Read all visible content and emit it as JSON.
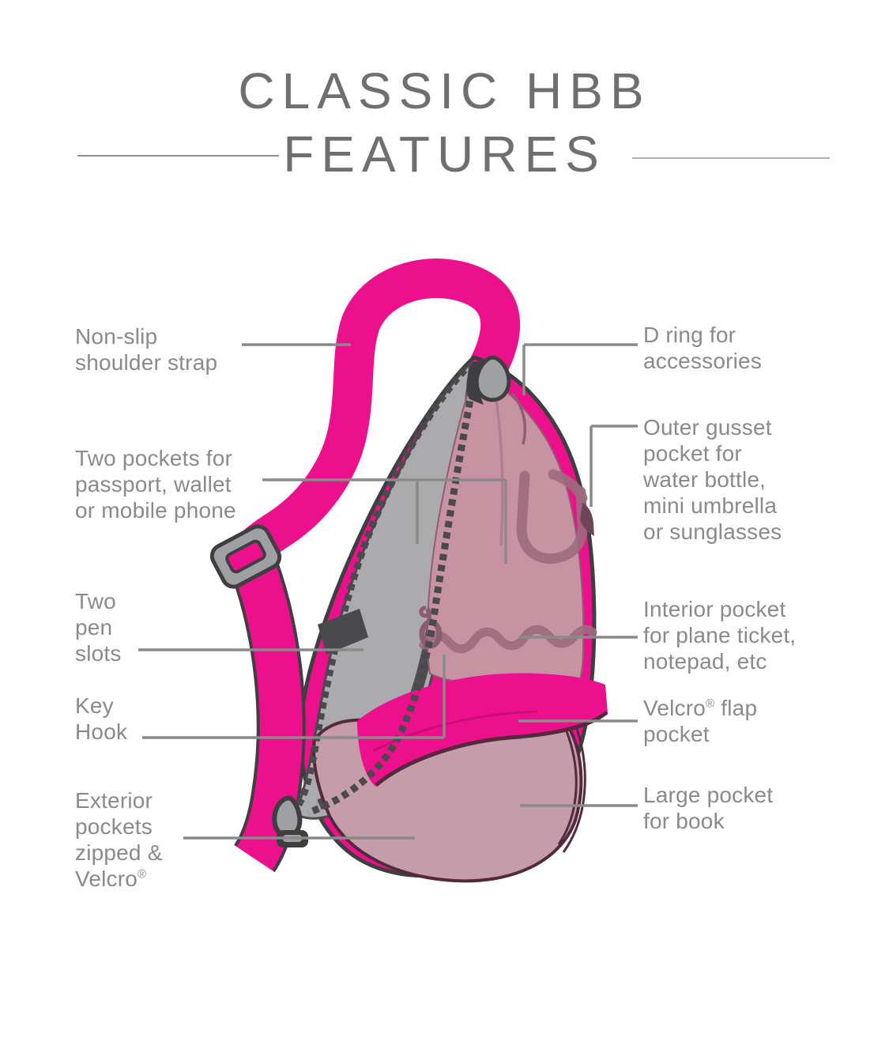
{
  "title": {
    "line1": "CLASSIC HBB",
    "line2": "FEATURES"
  },
  "callouts": {
    "left": [
      {
        "id": "non-slip-strap",
        "lines": [
          "Non-slip",
          "shoulder strap"
        ]
      },
      {
        "id": "two-pockets",
        "lines": [
          "Two pockets for",
          "passport, wallet",
          "or mobile phone"
        ]
      },
      {
        "id": "two-pen-slots",
        "lines": [
          "Two",
          "pen",
          "slots"
        ]
      },
      {
        "id": "key-hook",
        "lines": [
          "Key",
          "Hook"
        ]
      },
      {
        "id": "exterior-pockets",
        "lines": [
          "Exterior",
          "pockets",
          "zipped &"
        ],
        "brand": "Velcro",
        "reg": "®"
      }
    ],
    "right": [
      {
        "id": "d-ring",
        "lines": [
          "D ring for",
          "accessories"
        ]
      },
      {
        "id": "outer-gusset",
        "lines": [
          "Outer gusset",
          "pocket for",
          "water bottle,",
          "mini umbrella",
          "or sunglasses"
        ]
      },
      {
        "id": "interior-pocket",
        "lines": [
          "Interior pocket",
          "for plane ticket,",
          "notepad, etc"
        ]
      },
      {
        "id": "velcro-flap",
        "brand": "Velcro",
        "reg": "®",
        "brand_suffix": " flap",
        "lines": [
          "pocket"
        ]
      },
      {
        "id": "large-pocket",
        "lines": [
          "Large pocket",
          "for book"
        ]
      }
    ]
  },
  "illustration": {
    "name": "healthy-back-bag-cutaway",
    "subject": "Teardrop sling bag shown open with interior visible"
  },
  "colors": {
    "pink": "#ED108C",
    "outline": "#3F3F41",
    "gray": "#ABABAD",
    "teeth": "#4A4A4C",
    "liner": "#C792A2",
    "detail": "#9B6B7E",
    "oval": "#C49CAA",
    "flapedge": "#55293C",
    "hw": "#9FA0A2",
    "line": "#8A8A8A",
    "label": "#8A8A8A",
    "title": "#6F6F6F"
  }
}
